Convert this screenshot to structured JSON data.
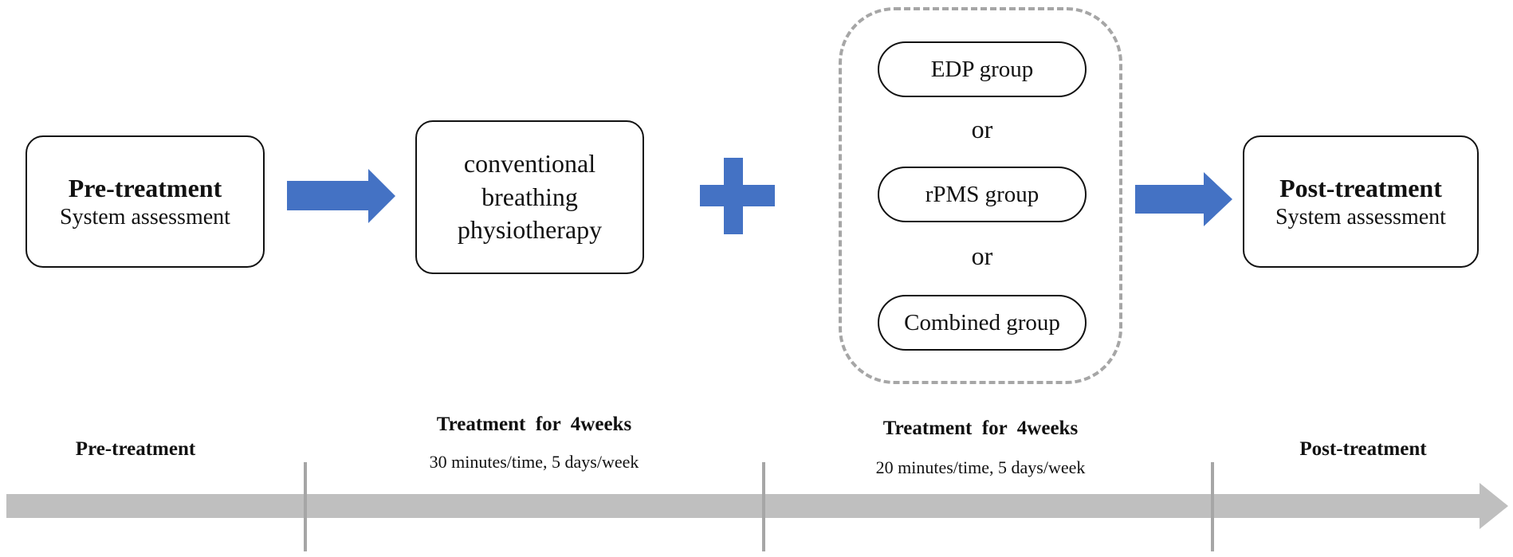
{
  "diagram": {
    "pre_box": {
      "title": "Pre-treatment",
      "subtitle": "System assessment"
    },
    "conv_box": {
      "lines": [
        "conventional",
        "breathing",
        "physiotherapy"
      ]
    },
    "groups": {
      "items": [
        "EDP group",
        "rPMS group",
        "Combined group"
      ],
      "separator": "or"
    },
    "post_box": {
      "title": "Post-treatment",
      "subtitle": "System assessment"
    },
    "colors": {
      "arrow": "#4472c4",
      "timeline": "#bfbfbf",
      "dashed_border": "#a6a6a6",
      "tick": "#a6a6a6"
    }
  },
  "timeline": {
    "phases": [
      {
        "title": "Pre-treatment",
        "detail": ""
      },
      {
        "title": "Treatment  for  4weeks",
        "detail": "30 minutes/time, 5 days/week"
      },
      {
        "title": "Treatment  for  4weeks",
        "detail": "20 minutes/time, 5 days/week"
      },
      {
        "title": "Post-treatment",
        "detail": ""
      }
    ]
  }
}
